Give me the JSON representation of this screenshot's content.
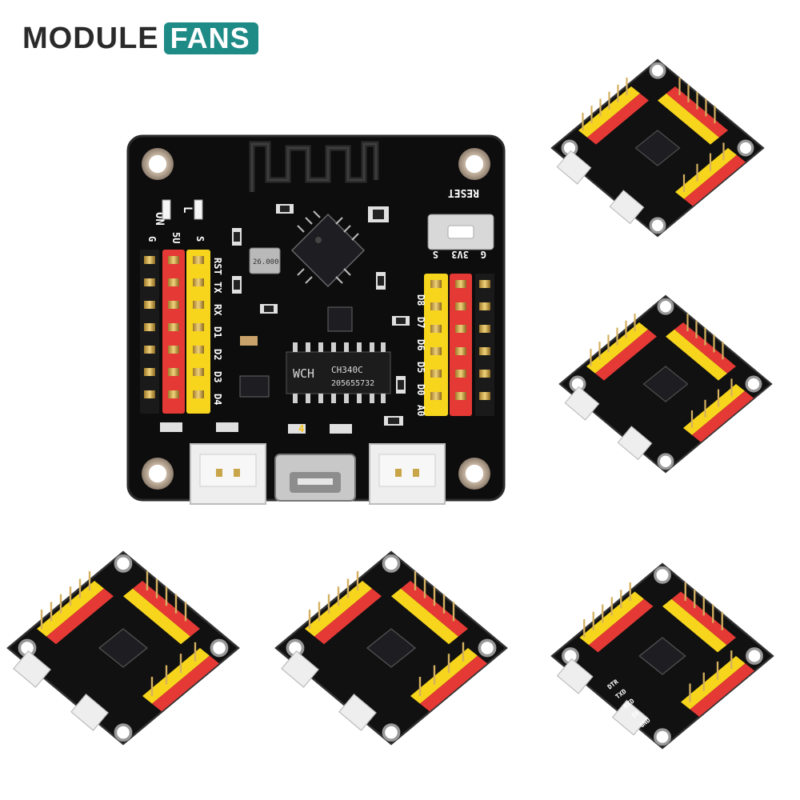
{
  "brand": {
    "word_primary": "MODULE",
    "word_accent": "FANS",
    "primary_color": "#2a2a2a",
    "accent_color": "#1f8b87"
  },
  "main_board": {
    "label_power": "ON",
    "label_led": "L",
    "label_reset": "RESET",
    "left_header_top": [
      "G",
      "5U",
      "S"
    ],
    "right_header_top": [
      "S",
      "3V3",
      "G"
    ],
    "left_pins": [
      "RST",
      "TX",
      "RX",
      "D1",
      "D2",
      "D3",
      "D4"
    ],
    "right_pins": [
      "D8",
      "D7",
      "D6",
      "D5",
      "D0",
      "A0"
    ],
    "crystal_text": "26.000",
    "usb_chip_brand": "WCH",
    "usb_chip_model": "CH340C",
    "usb_chip_code": "205655732",
    "marker_text": "4",
    "colors": {
      "pcb": "#0d0d0d",
      "header_red": "#e53935",
      "header_yellow": "#f7d51d",
      "header_black": "#1a1a1a",
      "connector_white": "#eeeeee"
    }
  },
  "thumb_labels": [
    "DTR",
    "TXD",
    "RXD",
    "5V",
    "GND"
  ]
}
